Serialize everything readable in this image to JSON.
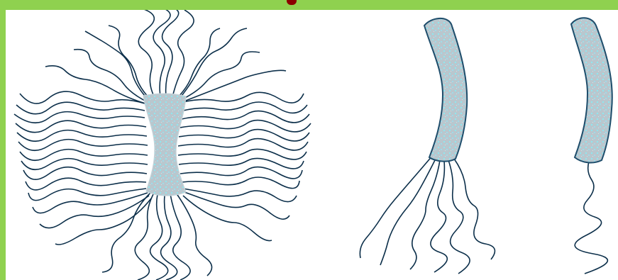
{
  "figure": {
    "panels": [
      {
        "name": "peritrichous-bacterium"
      },
      {
        "name": "lophotrichous-bacterium"
      },
      {
        "name": "monotrichous-bacterium"
      }
    ]
  },
  "colors": {
    "frame": "#8fd14f",
    "background": "#ffffff",
    "flagellum_stroke": "#0c2f4a",
    "cell_body_fill": "#b9c7ce",
    "cell_body_highlight": "#8ee8f0",
    "cell_outline": "#1e4d6b",
    "top_mark": "#8b0000"
  }
}
